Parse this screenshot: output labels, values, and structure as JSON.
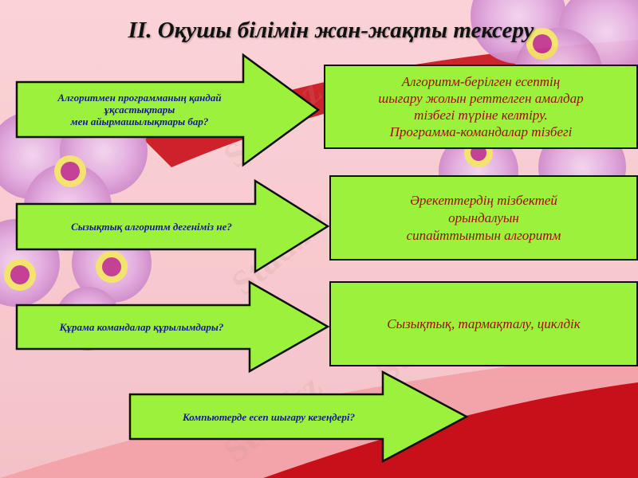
{
  "slide": {
    "title": "ІІ. Оқушы білімін жан-жақты тексеру",
    "colors": {
      "background": "#f6c9cf",
      "shape_fill": "#9cf23a",
      "shape_border": "#111111",
      "question_text": "#16189a",
      "answer_text": "#9a0d0d",
      "ribbon": "#c8101a"
    },
    "watermark": "Stud.kz"
  },
  "questions": [
    {
      "lines": [
        "Алгоритмен программаның қандай",
        "ұқсастықтары",
        "мен айырмашылықтары бар?"
      ]
    },
    {
      "lines": [
        "Сызықтық алгоритм дегеніміз не?"
      ]
    },
    {
      "lines": [
        "Құрама командалар құрылымдары?"
      ]
    },
    {
      "lines": [
        "Компьютерде есеп шығару кезеңдері?"
      ]
    }
  ],
  "answers": [
    {
      "lines": [
        "Алгоритм-берілген есептің",
        "шығару жолын реттелген амалдар",
        "тізбегі түріне келтіру.",
        "Программа-командалар тізбегі"
      ]
    },
    {
      "lines": [
        "Әрекеттердің тізбектей",
        "орындалуын",
        "сипайттынтын алгоритм"
      ]
    },
    {
      "lines": [
        "Сызықтық, тармақталу, циклдік"
      ]
    }
  ]
}
